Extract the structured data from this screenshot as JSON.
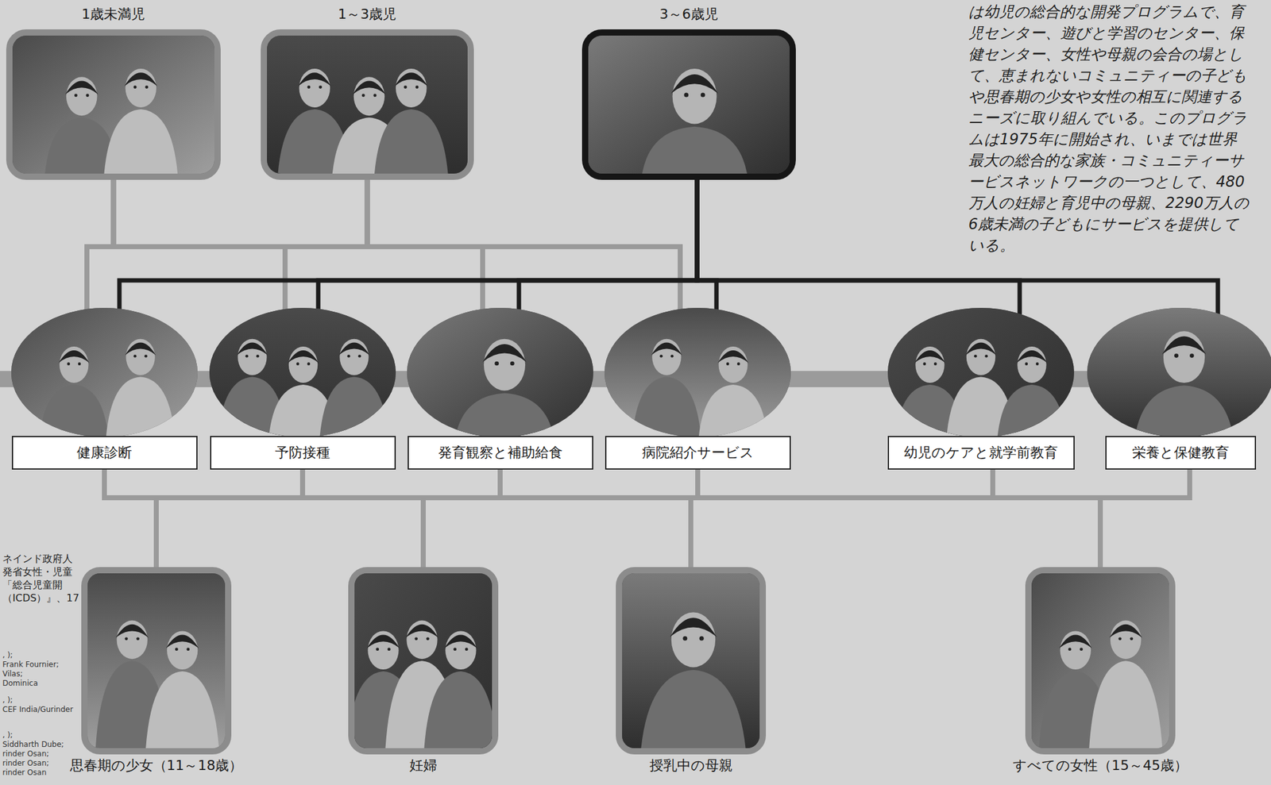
{
  "diagram": {
    "nodes": [
      {
        "text": [
          "1歳未満児"
        ]
      },
      {
        "text": [
          "1～3歳児"
        ]
      },
      {
        "text": [
          "3～6歳児"
        ]
      },
      {
        "text": [
          "健康診断"
        ]
      },
      {
        "text": [
          "予防接種"
        ]
      },
      {
        "text": [
          "発育観察と補助給食"
        ]
      },
      {
        "text": [
          "病院紹介サービス"
        ]
      },
      {
        "text": [
          "幼児のケアと就学前教育"
        ]
      },
      {
        "text": [
          "栄養と保健教育"
        ]
      },
      {
        "text": [
          "思春期の少女（11～18歳）"
        ]
      },
      {
        "text": [
          "妊婦"
        ]
      },
      {
        "text": [
          "授乳中の母親"
        ]
      },
      {
        "text": [
          "すべての女性（15～45歳）"
        ]
      }
    ],
    "edges": [
      {
        "from": 0,
        "to": 3,
        "arrow": "none"
      },
      {
        "from": 0,
        "to": 4,
        "arrow": "none"
      },
      {
        "from": 0,
        "to": 5,
        "arrow": "none"
      },
      {
        "from": 0,
        "to": 6,
        "arrow": "none"
      },
      {
        "from": 1,
        "to": 3,
        "arrow": "none"
      },
      {
        "from": 1,
        "to": 4,
        "arrow": "none"
      },
      {
        "from": 1,
        "to": 5,
        "arrow": "none"
      },
      {
        "from": 1,
        "to": 6,
        "arrow": "none"
      },
      {
        "from": 2,
        "to": 3,
        "arrow": "none"
      },
      {
        "from": 2,
        "to": 4,
        "arrow": "none"
      },
      {
        "from": 2,
        "to": 5,
        "arrow": "none"
      },
      {
        "from": 2,
        "to": 6,
        "arrow": "none"
      },
      {
        "from": 2,
        "to": 7,
        "arrow": "none"
      },
      {
        "from": 2,
        "to": 8,
        "arrow": "none"
      },
      {
        "from": 3,
        "to": 9,
        "arrow": "none"
      },
      {
        "from": 3,
        "to": 10,
        "arrow": "none"
      },
      {
        "from": 3,
        "to": 11,
        "arrow": "none"
      },
      {
        "from": 3,
        "to": 12,
        "arrow": "none"
      },
      {
        "from": 4,
        "to": 9,
        "arrow": "none"
      },
      {
        "from": 4,
        "to": 10,
        "arrow": "none"
      },
      {
        "from": 4,
        "to": 11,
        "arrow": "none"
      },
      {
        "from": 4,
        "to": 12,
        "arrow": "none"
      },
      {
        "from": 5,
        "to": 9,
        "arrow": "none"
      },
      {
        "from": 5,
        "to": 10,
        "arrow": "none"
      },
      {
        "from": 5,
        "to": 11,
        "arrow": "none"
      },
      {
        "from": 5,
        "to": 12,
        "arrow": "none"
      },
      {
        "from": 6,
        "to": 9,
        "arrow": "none"
      },
      {
        "from": 6,
        "to": 10,
        "arrow": "none"
      },
      {
        "from": 6,
        "to": 11,
        "arrow": "none"
      },
      {
        "from": 6,
        "to": 12,
        "arrow": "none"
      },
      {
        "from": 7,
        "to": 9,
        "arrow": "none"
      },
      {
        "from": 7,
        "to": 10,
        "arrow": "none"
      },
      {
        "from": 7,
        "to": 11,
        "arrow": "none"
      },
      {
        "from": 7,
        "to": 12,
        "arrow": "none"
      },
      {
        "from": 8,
        "to": 9,
        "arrow": "none"
      },
      {
        "from": 8,
        "to": 10,
        "arrow": "none"
      },
      {
        "from": 8,
        "to": 11,
        "arrow": "none"
      },
      {
        "from": 8,
        "to": 12,
        "arrow": "none"
      }
    ],
    "labels": [
      "は幼児の総合的な開発プログラムで、育児センター、遊びと学習のセンター、保健センター、女性や母親の会合の場として、恵まれないコミュニティーの子どもや思春期の少女や女性の相互に関連するニーズに取り組んでいる。このプログラムは1975年に開始され、いまでは世界最大の総合的な家族・コミュニティーサービスネットワークの一つとして、480万人の妊婦と育児中の母親、2290万人の6歳未満の子どもにサービスを提供している。",
      "ネインド政府人",
      "発省女性・児童",
      "「総合児童開",
      "（ICDS）』、17",
      ", );",
      "Frank Fournier;",
      "Vilas;",
      "Dominica",
      ", );",
      "CEF India/Gurinder",
      ", );",
      "Siddharth Dube;",
      "rinder Osan;",
      "rinder Osan;",
      "rinder Osan"
    ]
  }
}
